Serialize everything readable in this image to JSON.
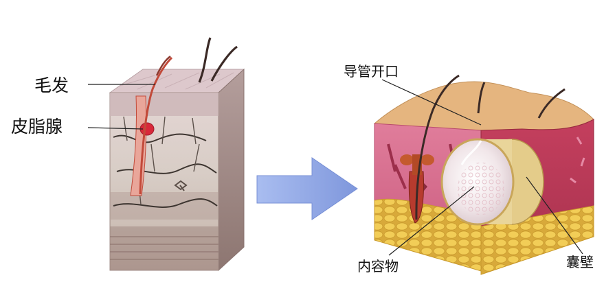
{
  "labels": {
    "hair": "毛发",
    "sebaceous_gland": "皮脂腺",
    "duct_opening": "导管开口",
    "contents": "内容物",
    "cyst_wall": "囊壁"
  },
  "colors": {
    "arrow": "#8fa6e0",
    "skin_surface": "#ddc8cc",
    "dermis_normal": "#d9cfc8",
    "dermis_cyst": "#d96a8c",
    "fat": "#e8c24a",
    "cyst_wall": "#e9d59a",
    "cyst_content": "#f1e8ea",
    "hair": "#3b2a26",
    "follicle": "#c24a3a"
  },
  "icons": {
    "process_arrow": "right-arrow-icon"
  }
}
